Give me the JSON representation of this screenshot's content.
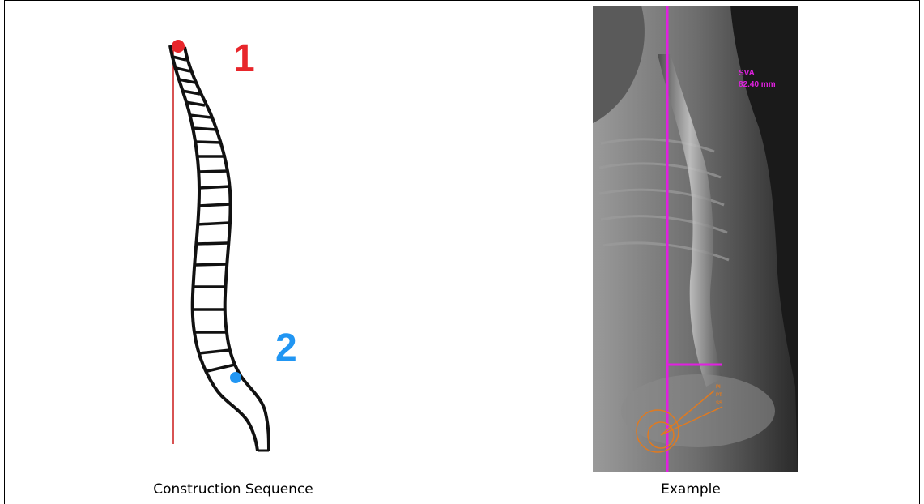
{
  "left_cell": {
    "caption": "Construction Sequence",
    "point_1": "1",
    "point_2": "2",
    "colors": {
      "point_1": "#e8262b",
      "point_2": "#2196f3",
      "plumb_line": "#cc1a1a"
    }
  },
  "right_cell": {
    "caption": "Example",
    "sva_title": "SVA",
    "sva_value": "82.40 mm",
    "colors": {
      "sva_line": "#e020e0",
      "pelvic_annotation": "#e07a20"
    }
  }
}
